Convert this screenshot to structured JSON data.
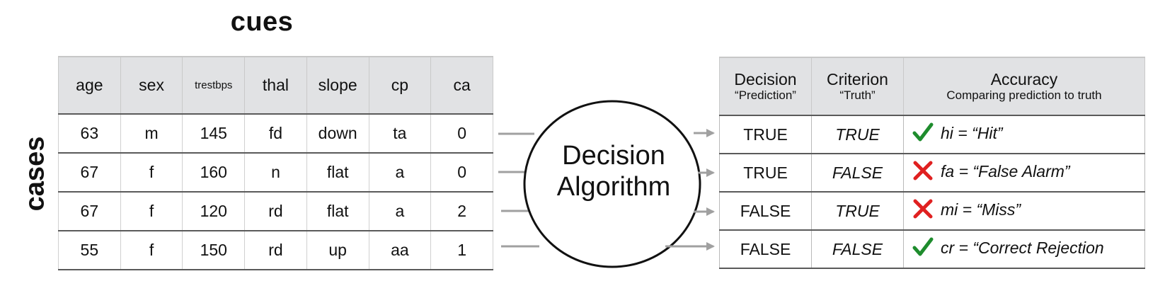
{
  "cues_title": "cues",
  "cases_title": "cases",
  "cue_headers": [
    "age",
    "sex",
    "trestbps",
    "thal",
    "slope",
    "cp",
    "ca"
  ],
  "cue_rows": [
    [
      "63",
      "m",
      "145",
      "fd",
      "down",
      "ta",
      "0"
    ],
    [
      "67",
      "f",
      "160",
      "n",
      "flat",
      "a",
      "0"
    ],
    [
      "67",
      "f",
      "120",
      "rd",
      "flat",
      "a",
      "2"
    ],
    [
      "55",
      "f",
      "150",
      "rd",
      "up",
      "aa",
      "1"
    ]
  ],
  "algorithm_label_line1": "Decision",
  "algorithm_label_line2": "Algorithm",
  "result_headers": {
    "decision": {
      "main": "Decision",
      "sub": "“Prediction”"
    },
    "criterion": {
      "main": "Criterion",
      "sub": "“Truth”"
    },
    "accuracy": {
      "main": "Accuracy",
      "sub": "Comparing prediction to truth"
    }
  },
  "result_rows": [
    {
      "decision": "TRUE",
      "criterion": "TRUE",
      "accuracy": "hi = “Hit”",
      "mark": "check-icon"
    },
    {
      "decision": "TRUE",
      "criterion": "FALSE",
      "accuracy": "fa = “False Alarm”",
      "mark": "cross-icon"
    },
    {
      "decision": "FALSE",
      "criterion": "TRUE",
      "accuracy": "mi = “Miss”",
      "mark": "cross-icon"
    },
    {
      "decision": "FALSE",
      "criterion": "FALSE",
      "accuracy": "cr = “Correct Rejection",
      "mark": "check-icon"
    }
  ],
  "colors": {
    "check": "#1e8c2d",
    "cross": "#e02020",
    "arrow": "#a0a0a0",
    "header_bg": "#e1e2e4"
  }
}
